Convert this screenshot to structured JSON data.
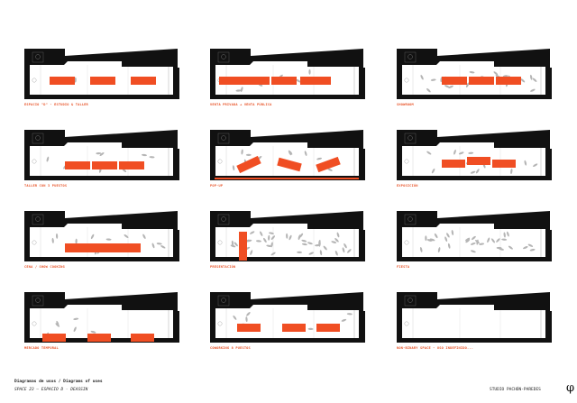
{
  "sheet": {
    "title": "Diagramas de usos / Diagrams of uses",
    "subtitle": "SPACE 23  —  ESPACIO D - DEASSIN",
    "studio": "STUDIO PACHÓN-PAREDES",
    "logo": "φ"
  },
  "colors": {
    "accent": "#f04e23",
    "wall": "#111111",
    "furniture": "#b5b5b5"
  },
  "panels": [
    {
      "label": "ESPACIO \"D\" - ESTUDIO & TALLER"
    },
    {
      "label": "VENTA PRIVADA + VENTA PÚBLICA"
    },
    {
      "label": "SHOWROOM"
    },
    {
      "label": "TALLER CON 3 PUESTOS"
    },
    {
      "label": "POP-UP"
    },
    {
      "label": "EXPOSICIÓN"
    },
    {
      "label": "CENA / SHOW COOKING"
    },
    {
      "label": "PRESENTACIÓN"
    },
    {
      "label": "FIESTA"
    },
    {
      "label": "MERCADO TEMPORAL"
    },
    {
      "label": "COWORKING 8 PUESTOS"
    },
    {
      "label": "NON-BINARY SPACE - USO INDEFINIDO..."
    }
  ]
}
